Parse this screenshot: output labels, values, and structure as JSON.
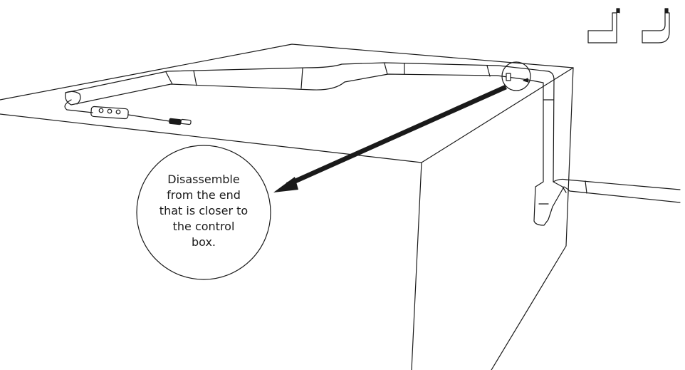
{
  "callout": {
    "lines": [
      "Disassemble",
      "from the end",
      "that is closer to",
      "the control",
      "box."
    ]
  },
  "colors": {
    "line": "#1a1a1a",
    "background": "#ffffff"
  },
  "icons": [
    "corner-connector-square-icon",
    "corner-connector-rounded-icon"
  ]
}
